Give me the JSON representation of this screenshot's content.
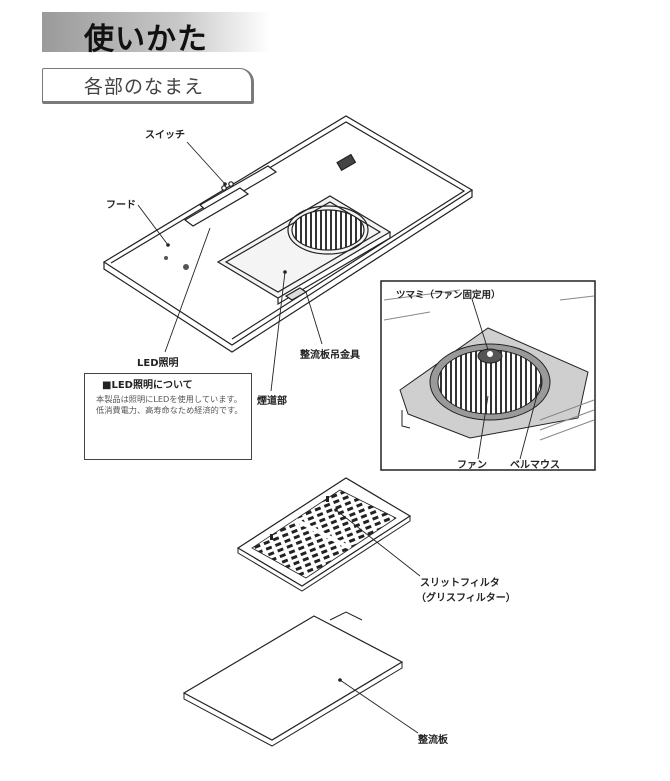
{
  "header": {
    "title": "使いかた",
    "subtitle": "各部のなまえ"
  },
  "labels": {
    "switch": "スイッチ",
    "hood": "フード",
    "led": "LED照明",
    "smoke_duct": "煙道部",
    "plate_bracket": "整流板吊金具",
    "knob": "ツマミ（ファン固定用）",
    "fan": "ファン",
    "bellmouth": "ベルマウス",
    "slit_filter": "スリットフィルタ",
    "grease_filter": "（グリスフィルター）",
    "rectifier_plate": "整流板"
  },
  "note": {
    "title": "■LED照明について",
    "body": "本製品は照明にLEDを使用しています。低消費電力、高寿命なため経済的です。"
  }
}
